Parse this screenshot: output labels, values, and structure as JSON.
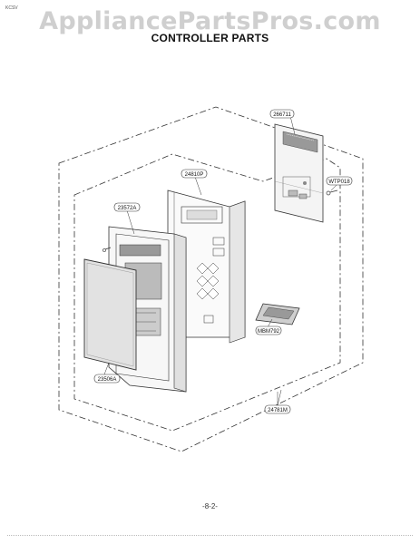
{
  "header": {
    "corner_code": "KCSV",
    "watermark": "AppliancePartsPros.com",
    "title": "CONTROLLER PARTS"
  },
  "parts": {
    "p266711": "266711",
    "p24810p": "24810P",
    "p23572a": "23572A",
    "pwtp018": "WTP018",
    "pmbm792": "MBM792",
    "p23506a": "23506A",
    "p24781m": "24781M"
  },
  "footer": {
    "page_number": "-8-2-"
  }
}
